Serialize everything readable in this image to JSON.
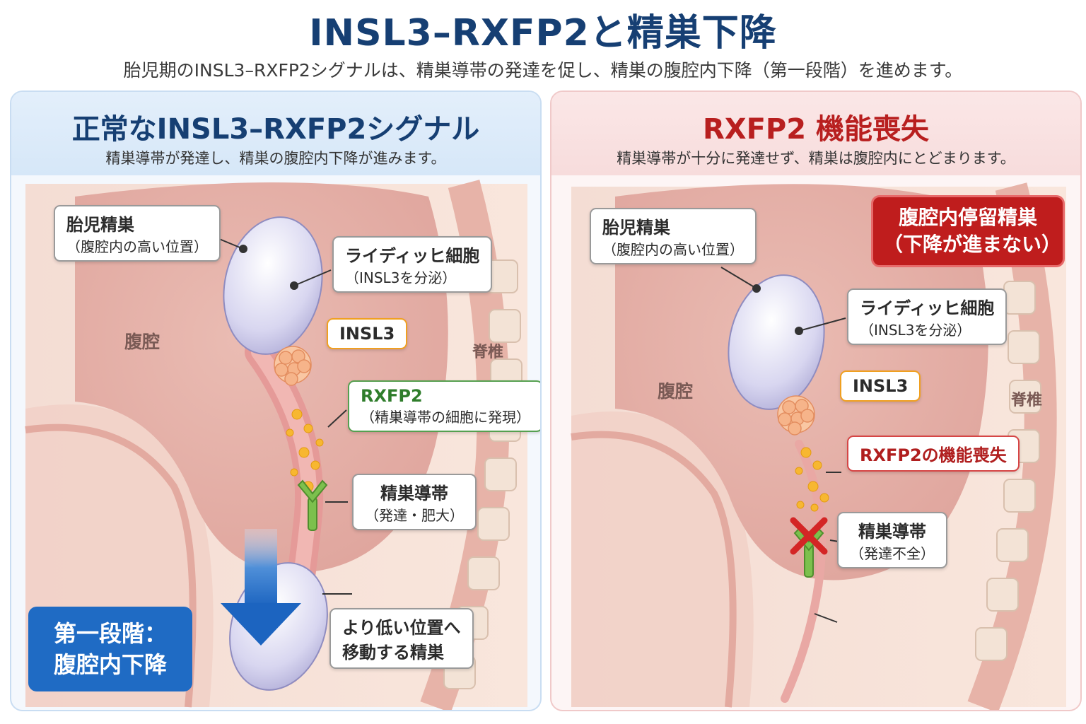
{
  "title": "INSL3–RXFP2と精巣下降",
  "subtitle": "胎児期のINSL3–RXFP2シグナルは、精巣導帯の発達を促し、精巣の腹腔内下降（第一段階）を進めます。",
  "left": {
    "title": "正常なINSL3–RXFP2シグナル",
    "subtitle": "精巣導帯が発達し、精巣の腹腔内下降が進みます。",
    "fetal_testis": {
      "title": "胎児精巣",
      "sub": "（腹腔内の高い位置）"
    },
    "leydig": {
      "title": "ライディッヒ細胞",
      "sub": "（INSL3を分泌）"
    },
    "insl3": "INSL3",
    "rxfp2": {
      "title": "RXFP2",
      "sub": "（精巣導帯の細胞に発現）"
    },
    "gubernaculum": {
      "title": "精巣導帯",
      "sub": "（発達・肥大）"
    },
    "moving_testis": {
      "line1": "より低い位置へ",
      "line2": "移動する精巣"
    },
    "abdomen": "腹腔",
    "spine": "脊椎",
    "stage": {
      "line1": "第一段階：",
      "line2": "腹腔内下降"
    }
  },
  "right": {
    "title": "RXFP2 機能喪失",
    "subtitle": "精巣導帯が十分に発達せず、精巣は腹腔内にとどまります。",
    "fetal_testis": {
      "title": "胎児精巣",
      "sub": "（腹腔内の高い位置）"
    },
    "leydig": {
      "title": "ライディッヒ細胞",
      "sub": "（INSL3を分泌）"
    },
    "insl3": "INSL3",
    "rxfp2_loss": "RXFP2の機能喪失",
    "gubernaculum": {
      "title": "精巣導帯",
      "sub": "（発達不全）"
    },
    "abdomen": "腹腔",
    "spine": "脊椎",
    "retained": {
      "line1": "腹腔内停留精巣",
      "line2": "（下降が進まない）"
    }
  },
  "colors": {
    "title_blue": "#163f73",
    "title_red": "#b81f1f",
    "stage_blue": "#1f6bc4",
    "retained_red": "#bf1d1d",
    "insl3_orange": "#f0a020",
    "rxfp2_green": "#55a050"
  }
}
